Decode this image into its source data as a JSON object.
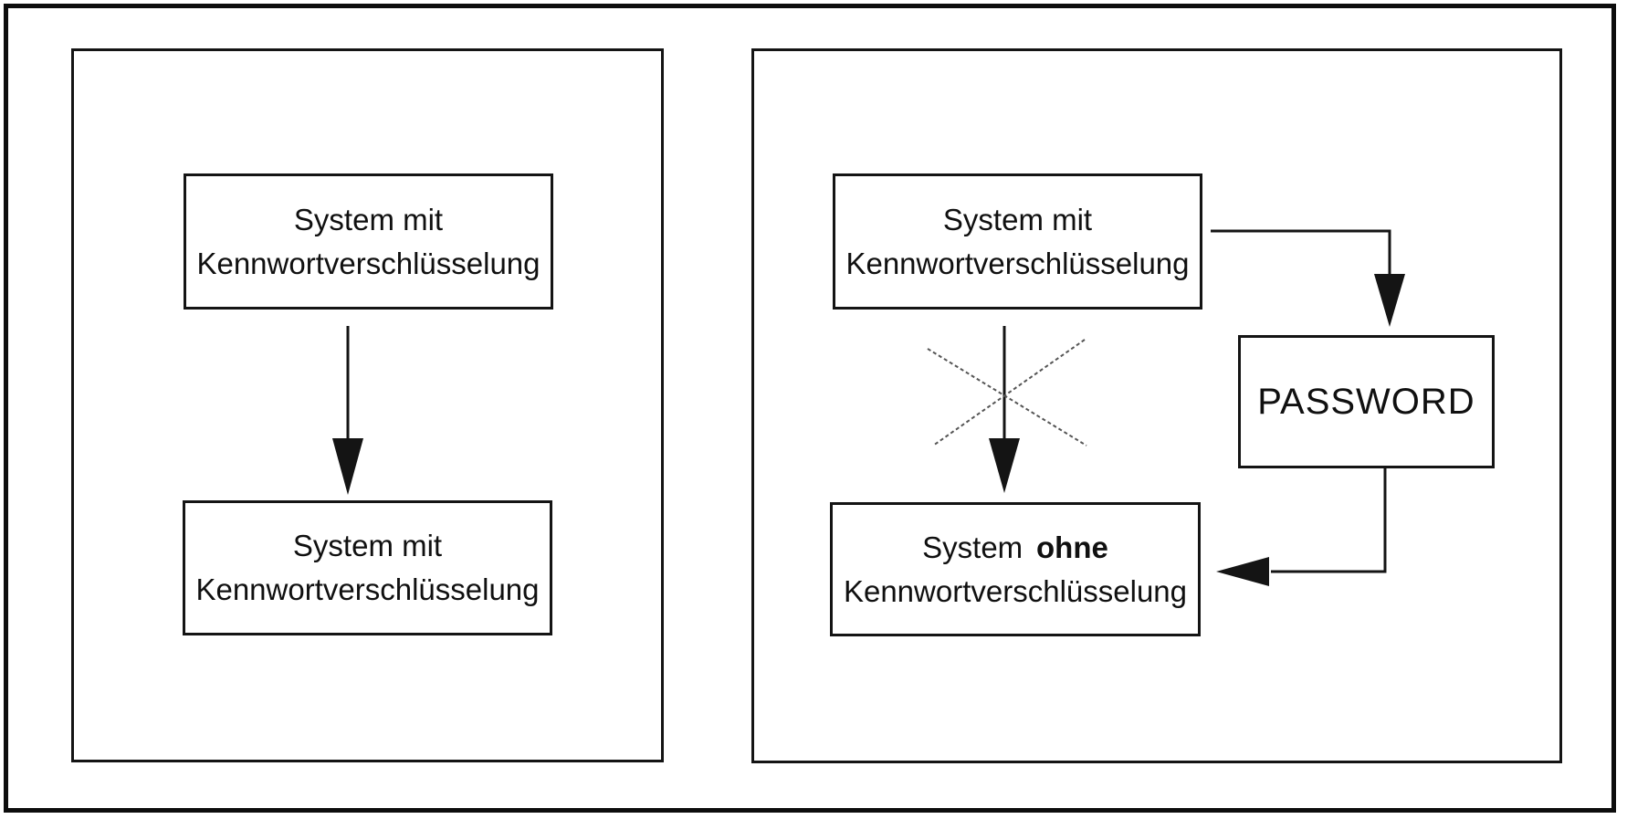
{
  "diagram": {
    "left_panel": {
      "top_box": {
        "line1": "System mit",
        "line2": "Kennwortverschlüsselung"
      },
      "bottom_box": {
        "line1": "System mit",
        "line2": "Kennwortverschlüsselung"
      }
    },
    "right_panel": {
      "top_box": {
        "line1": "System mit",
        "line2": "Kennwortverschlüsselung"
      },
      "bottom_box": {
        "line1_word1": "System",
        "line1_word2": "ohne",
        "line2": "Kennwortverschlüsselung"
      },
      "password_box": {
        "label": "PASSWORD"
      }
    },
    "colors": {
      "background": "#ffffff",
      "stroke": "#141414",
      "text": "#101010",
      "cross_stroke": "#555555"
    }
  }
}
